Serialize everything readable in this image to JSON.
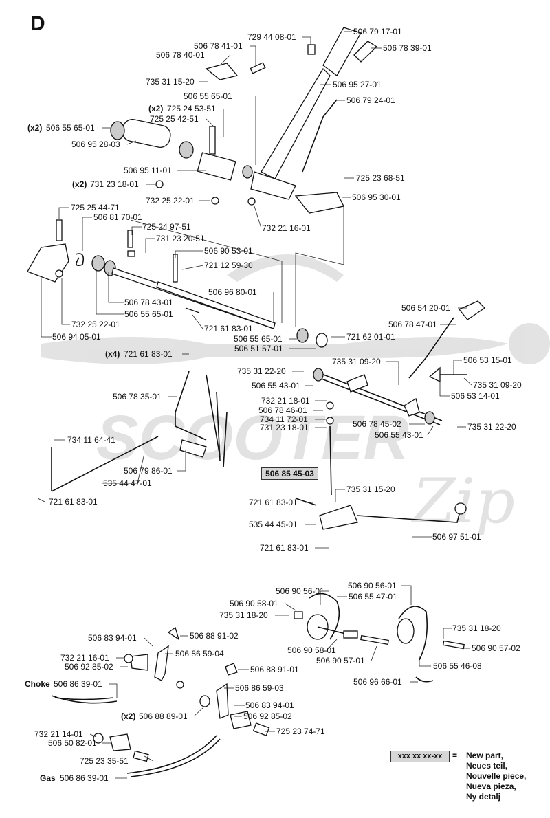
{
  "section_letter": "D",
  "highlight_part": "506 85 45-03",
  "legend": {
    "sample": "xxx xx xx-xx",
    "equals": "=",
    "lines": [
      "New part,",
      "Neues teil,",
      "Nouvelle piece,",
      "Nueva pieza,",
      "Ny detalj"
    ]
  },
  "watermark": {
    "text": "SCOOTER",
    "script": "Zip"
  },
  "labels": {
    "p72944": "729 44 08-01",
    "p50679a": "506 79 17-01",
    "p50678b": "506 78 41-01",
    "p50678c": "506 78 39-01",
    "p50678d": "506 78 40-01",
    "p73531a": "735 31 15-20",
    "p50695a": "506 95 27-01",
    "p50655a": "506 55 65-01",
    "p50679b": "506 79 24-01",
    "qtyA": "(x2)",
    "p72524a": "725 24 53-51",
    "p72525a": "725 25 42-51",
    "qtyB": "(x2)",
    "p50655b": "506 55 65-01",
    "p50695b": "506 95 28-03",
    "p50695c": "506 95 11-01",
    "p72523a": "725 23 68-51",
    "qtyC": "(x2)",
    "p73123a": "731 23 18-01",
    "p50695d": "506 95 30-01",
    "p73225a": "732 25 22-01",
    "p73221a": "732 21 16-01",
    "p72525b": "725 25 44-71",
    "p50681a": "506 81 70-01",
    "p72524b": "725 24 97-51",
    "p73123b": "731 23 20-51",
    "p50690a": "506 90 53-01",
    "p72112a": "721 12 59-30",
    "p50696a": "506 96 80-01",
    "p50678e": "506 78 43-01",
    "p50655c": "506 55 65-01",
    "p73225b": "732 25 22-01",
    "p72161a": "721 61 83-01",
    "p50694a": "506 94 05-01",
    "p50655d": "506 55 65-01",
    "p50651a": "506 51 57-01",
    "p72162a": "721 62 01-01",
    "p50654a": "506 54 20-01",
    "p50678f": "506 78 47-01",
    "qtyD": "(x4)",
    "p72161b": "721 61 83-01",
    "p73531b": "735 31 09-20",
    "p50653a": "506 53 15-01",
    "p73531c": "735 31 22-20",
    "p73531d": "735 31 09-20",
    "p50655e": "506 55 43-01",
    "p50653b": "506 53 14-01",
    "p50678g": "506 78 35-01",
    "p73221b": "732 21 18-01",
    "p50678h": "506 78 46-01",
    "p73411a": "734 11 72-01",
    "p73123c": "731 23 18-01",
    "p50678i": "506 78 45-02",
    "p73531e": "735 31 22-20",
    "p50655f": "506 55 43-01",
    "p73411b": "734 11 64-41",
    "p50679c": "506 79 86-01",
    "p53544a": "535 44 47-01",
    "p72161c": "721 61 83-01",
    "p73531f": "735 31 15-20",
    "p72161d": "721 61 83-01",
    "p53544b": "535 44 45-01",
    "p50697a": "506 97 51-01",
    "p72161e": "721 61 83-01",
    "p50690b": "506 90 56-01",
    "p50690c": "506 90 56-01",
    "p50690d": "506 90 58-01",
    "p50655g": "506 55 47-01",
    "p73531g": "735 31 18-20",
    "p50683a": "506 83 94-01",
    "p50688a": "506 88 91-02",
    "p73531h": "735 31 18-20",
    "p50690e": "506 90 58-01",
    "p50690f": "506 90 57-01",
    "p50690g": "506 90 57-02",
    "p73221c": "732 21 16-01",
    "p50686a": "506 86 59-04",
    "p50692a": "506 92 85-02",
    "p50688b": "506 88 91-01",
    "p50655h": "506 55 46-08",
    "chokeWord": "Choke",
    "p50686b": "506 86 39-01",
    "p50696b": "506 96 66-01",
    "p50686c": "506 86 59-03",
    "p50683b": "506 83 94-01",
    "qtyE": "(x2)",
    "p50688c": "506 88 89-01",
    "p50692b": "506 92 85-02",
    "p72523b": "725 23 74-71",
    "p73221d": "732 21 14-01",
    "p50650a": "506 50 82-01",
    "p72523c": "725 23 35-51",
    "gasWord": "Gas",
    "p50686d": "506 86 39-01"
  }
}
